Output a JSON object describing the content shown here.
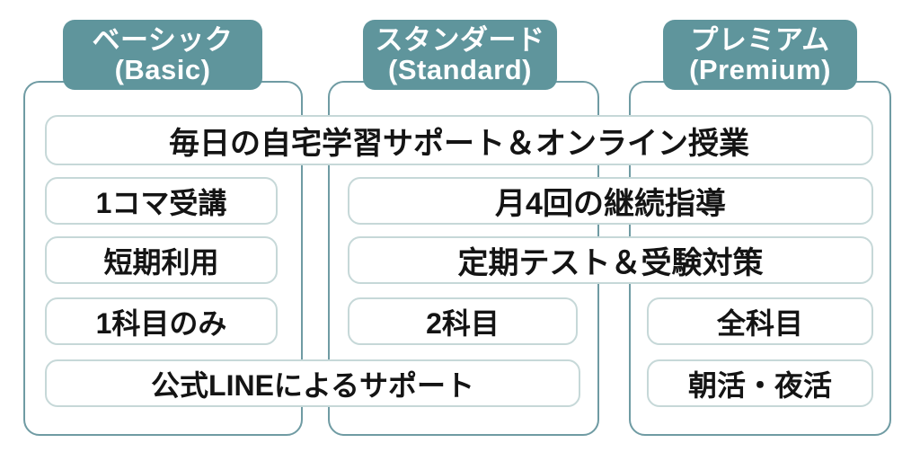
{
  "theme": {
    "badge_bg": "#5f959c",
    "badge_text": "#ffffff",
    "column_border": "#6f9ba3",
    "pill_border": "#c6d8d8",
    "pill_bg": "#ffffff",
    "text": "#141414",
    "page_bg": "#ffffff"
  },
  "columns": [
    {
      "id": "basic",
      "label_ja": "ベーシック",
      "label_en": "(Basic)"
    },
    {
      "id": "standard",
      "label_ja": "スタンダード",
      "label_en": "(Standard)"
    },
    {
      "id": "premium",
      "label_ja": "プレミアム",
      "label_en": "(Premium)"
    }
  ],
  "rows": [
    {
      "id": "row-1",
      "cells": [
        {
          "label": "毎日の自宅学習サポート＆オンライン授業",
          "span": "all"
        }
      ]
    },
    {
      "id": "row-2",
      "cells": [
        {
          "label": "1コマ受講",
          "span": "c1"
        },
        {
          "label": "月4回の継続指導",
          "span": "c2-c3"
        }
      ]
    },
    {
      "id": "row-3",
      "cells": [
        {
          "label": "短期利用",
          "span": "c1"
        },
        {
          "label": "定期テスト＆受験対策",
          "span": "c2-c3"
        }
      ]
    },
    {
      "id": "row-4",
      "cells": [
        {
          "label": "1科目のみ",
          "span": "c1"
        },
        {
          "label": "2科目",
          "span": "c2"
        },
        {
          "label": "全科目",
          "span": "c3"
        }
      ]
    },
    {
      "id": "row-5",
      "cells": [
        {
          "label": "公式LINEによるサポート",
          "span": "c1-c2"
        },
        {
          "label": "朝活・夜活",
          "span": "c3"
        }
      ]
    }
  ]
}
